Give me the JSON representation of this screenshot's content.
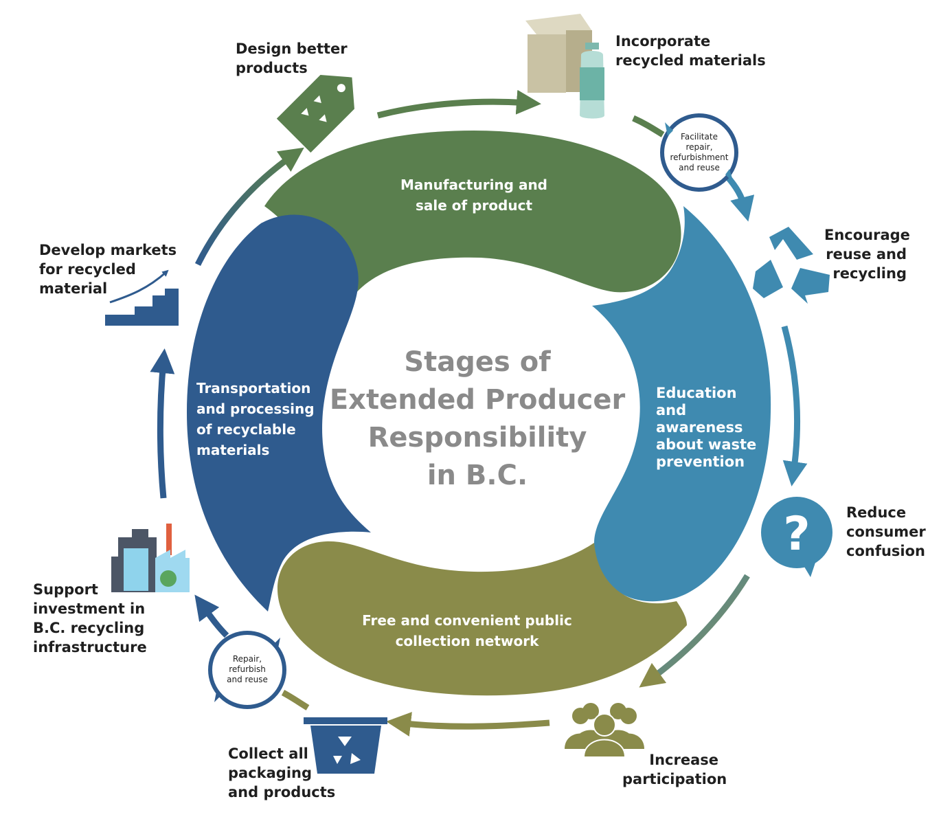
{
  "title": "Stages of\nExtended Producer\nResponsibility\nin B.C.",
  "segments": {
    "manufacturing": "Manufacturing and\nsale of product",
    "education": "Education\nand\nawareness\nabout waste\nprevention",
    "collection": "Free and convenient public\ncollection network",
    "transportation": "Transportation\nand processing\nof recyclable\nmaterials"
  },
  "labels": {
    "design": "Design better\nproducts",
    "incorporate": "Incorporate\nrecycled materials",
    "encourage": "Encourage\nreuse and\nrecycling",
    "reduce": "Reduce\nconsumer\nconfusion",
    "increase": "Increase\nparticipation",
    "collect": "Collect all\npackaging\nand products",
    "support": "Support\ninvestment in\nB.C. recycling\ninfrastructure",
    "develop": "Develop markets\nfor recycled\nmaterial"
  },
  "loops": {
    "facilitate": "Facilitate\nrepair,\nrefurbishment\nand reuse",
    "repair": "Repair,\nrefurbish\nand reuse"
  },
  "colors": {
    "green": "#5a7f4e",
    "teal": "#3f8ab0",
    "olive": "#8a8b4a",
    "navy": "#2f5b8e",
    "center_text": "#8a8a8a"
  },
  "icons": [
    "recycle-tag-icon",
    "box-and-bottle-icon",
    "recycle-symbol-icon",
    "question-bubble-icon",
    "people-group-icon",
    "recycling-bin-icon",
    "factory-icon",
    "growth-chart-icon"
  ]
}
